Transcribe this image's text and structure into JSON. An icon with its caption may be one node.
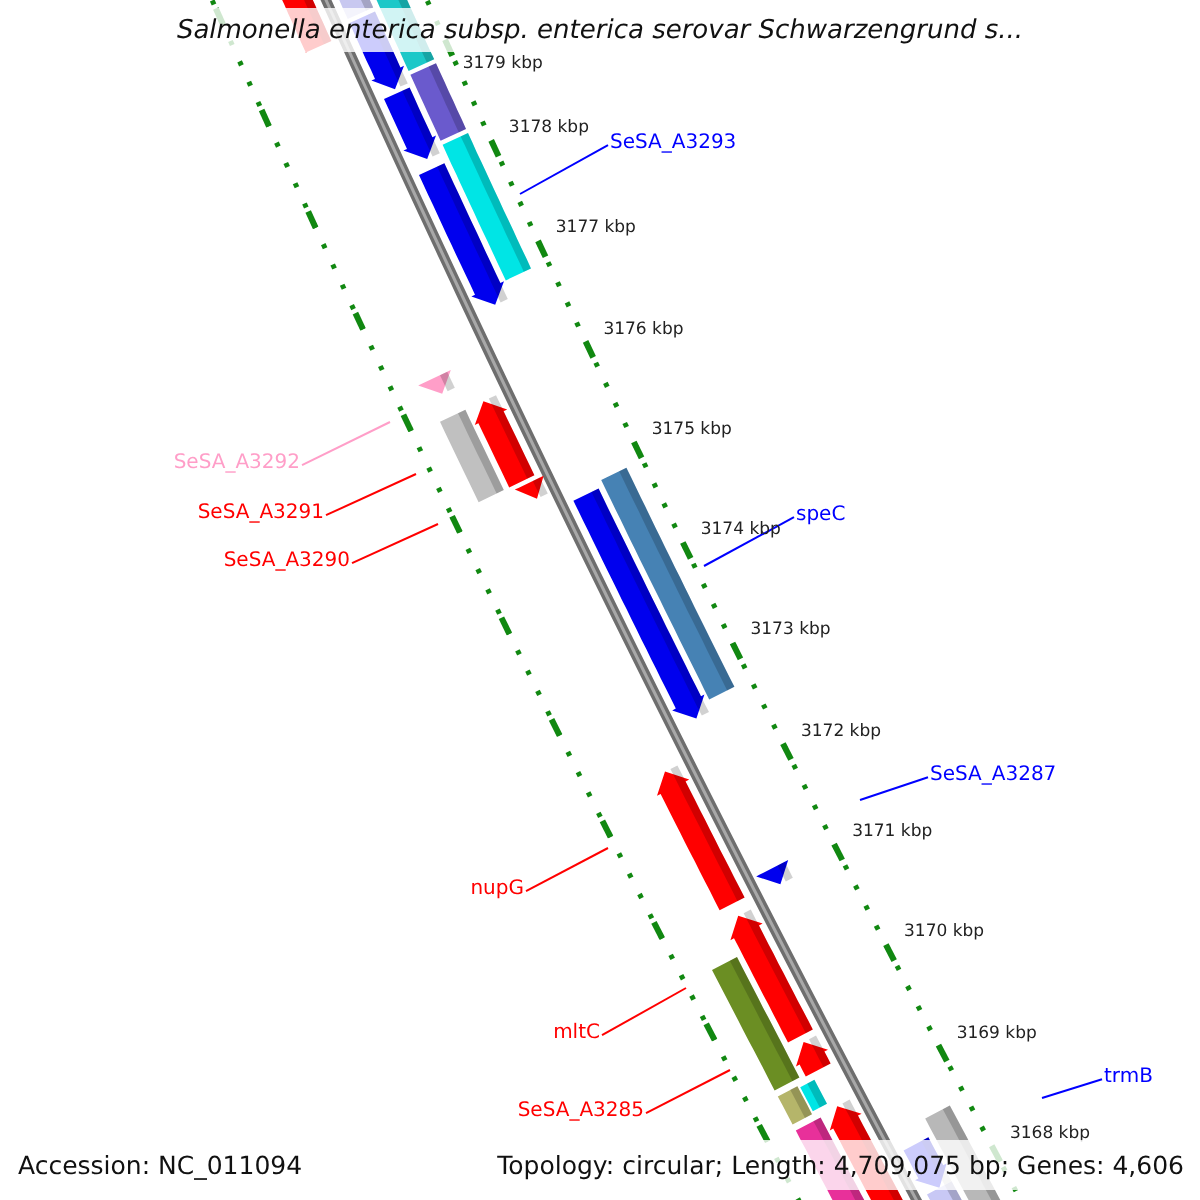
{
  "diagram": {
    "title": "Salmonella enterica subsp. enterica serovar Schwarzengrund s...",
    "nodes": [
      {
        "text": [
          "SeSA_A3293"
        ]
      },
      {
        "text": [
          "SeSA_A3292"
        ]
      },
      {
        "text": [
          "SeSA_A3291"
        ]
      },
      {
        "text": [
          "SeSA_A3290"
        ]
      },
      {
        "text": [
          "speC"
        ]
      },
      {
        "text": [
          "SeSA_A3287"
        ]
      },
      {
        "text": [
          "nupG"
        ]
      },
      {
        "text": [
          "mltC"
        ]
      },
      {
        "text": [
          "SeSA_A3285"
        ]
      },
      {
        "text": [
          "trmB"
        ]
      }
    ],
    "edges": [
      {
        "from": 0,
        "to": null,
        "arrow": "none",
        "color": "#0000ff"
      },
      {
        "from": 1,
        "to": null,
        "arrow": "none",
        "color": "#ff9ec8"
      },
      {
        "from": 2,
        "to": null,
        "arrow": "none"
      },
      {
        "from": 3,
        "to": null,
        "arrow": "none"
      },
      {
        "from": 4,
        "to": null,
        "arrow": "none",
        "color": "#0000ff"
      },
      {
        "from": 5,
        "to": null,
        "arrow": "none",
        "color": "#0000ff"
      },
      {
        "from": 6,
        "to": null,
        "arrow": "none"
      },
      {
        "from": 7,
        "to": null,
        "arrow": "none"
      },
      {
        "from": 8,
        "to": null,
        "arrow": "none"
      },
      {
        "from": 9,
        "to": null,
        "arrow": "none",
        "color": "#0000ff"
      }
    ],
    "labels": [
      "3179 kbp",
      "3178 kbp",
      "3177 kbp",
      "3176 kbp",
      "3175 kbp",
      "3174 kbp",
      "3173 kbp",
      "3172 kbp",
      "3171 kbp",
      "3170 kbp",
      "3169 kbp",
      "3168 kbp",
      "Accession: NC_011094",
      "Topology: circular; Length: 4,709,075 bp; Genes: 4,606"
    ]
  }
}
